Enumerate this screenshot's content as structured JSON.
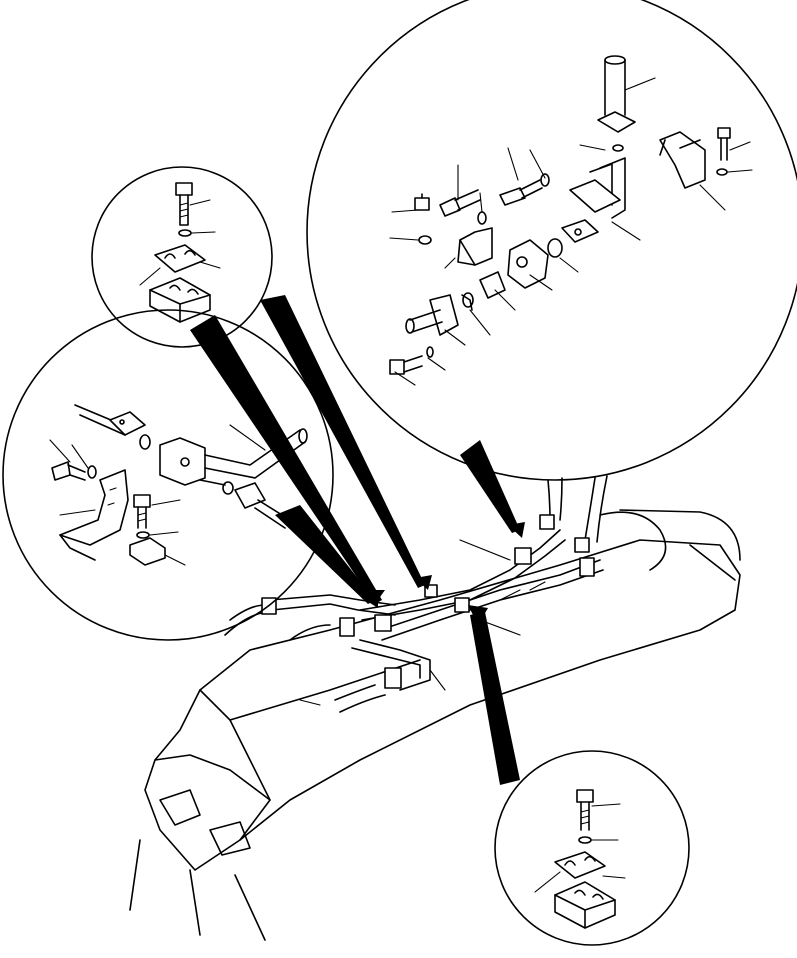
{
  "figure": {
    "background": "#ffffff",
    "ink": "#000000",
    "callouts": [
      "detail-top-left-clamp",
      "detail-top-right-swivel",
      "detail-mid-left-bracket",
      "detail-bottom-right-clamp"
    ]
  }
}
